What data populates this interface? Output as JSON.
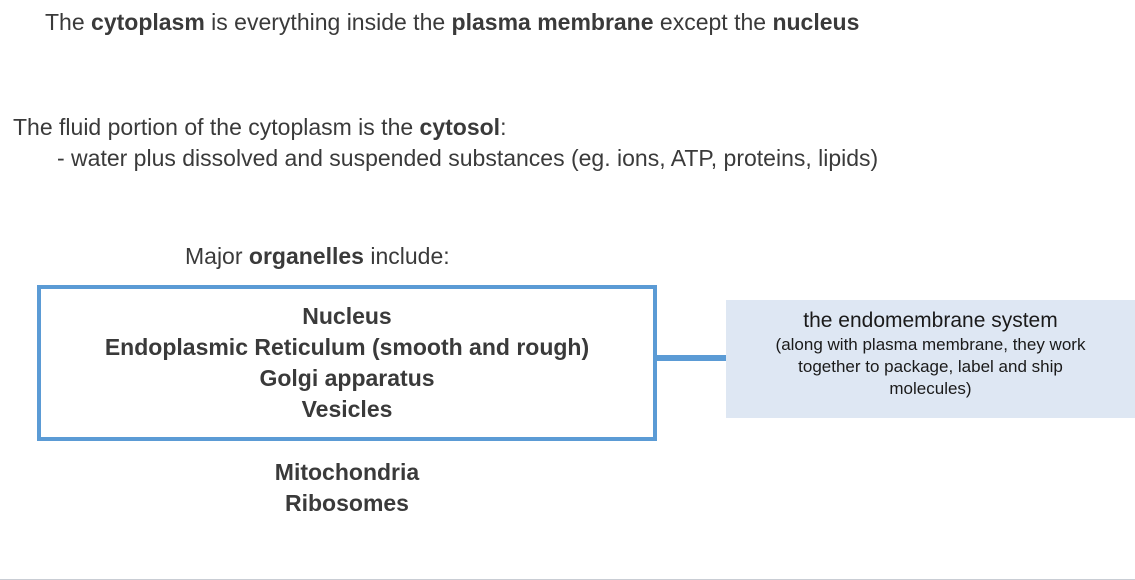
{
  "slide": {
    "background_color": "#ffffff",
    "text_color": "#3a3a3a",
    "accent_color": "#5b9bd5",
    "callout_bg_color": "#dee7f3"
  },
  "intro": {
    "part1": "The ",
    "bold1": "cytoplasm",
    "part2": " is everything inside the ",
    "bold2": "plasma membrane",
    "part3": " except the ",
    "bold3": "nucleus"
  },
  "cytosol": {
    "part1": "The fluid portion of the cytoplasm is the ",
    "bold1": "cytosol",
    "part2": ":",
    "sub": "- water plus dissolved and suspended substances (eg. ions, ATP, proteins, lipids)"
  },
  "major": {
    "part1": "Major ",
    "bold1": "organelles",
    "part2": " include:"
  },
  "organelle_box": {
    "items": [
      "Nucleus",
      "Endoplasmic Reticulum (smooth and rough)",
      "Golgi apparatus",
      "Vesicles"
    ]
  },
  "below_box": {
    "items": [
      "Mitochondria",
      "Ribosomes"
    ]
  },
  "callout": {
    "title": "the endomembrane system",
    "detail_line1": "(along with plasma membrane, they work",
    "detail_line2": "together to package, label and ship",
    "detail_line3": "molecules)"
  }
}
